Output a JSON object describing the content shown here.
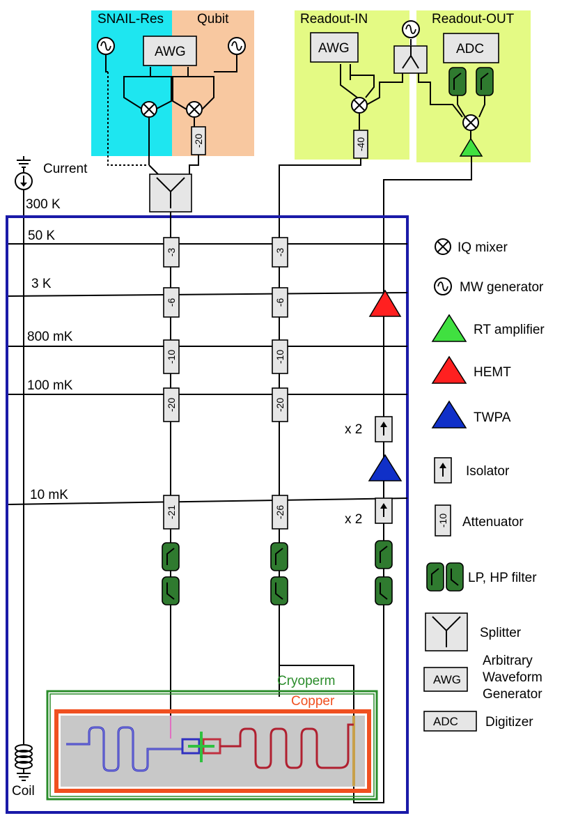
{
  "sources": {
    "snail_res": "SNAIL-Res",
    "qubit": "Qubit",
    "readout_in": "Readout-IN",
    "readout_out": "Readout-OUT",
    "current": "Current",
    "coil": "Coil",
    "awg": "AWG",
    "adc": "ADC"
  },
  "stages": [
    "300 K",
    "50 K",
    "3 K",
    "800 mK",
    "100 mK",
    "10 mK"
  ],
  "attenuators": {
    "qubit_rt": "-20",
    "readout_rt": "-40",
    "line1": [
      "-3",
      "-6",
      "-10",
      "-20",
      "-21"
    ],
    "line2": [
      "-3",
      "-6",
      "-10",
      "-20",
      "-26"
    ]
  },
  "isolator_counts": [
    "x 2",
    "x 2"
  ],
  "shields": {
    "cryoperm": "Cryoperm",
    "copper": "Copper"
  },
  "legend": {
    "iq_mixer": "IQ mixer",
    "mw_generator": "MW generator",
    "rt_amplifier": "RT amplifier",
    "hemt": "HEMT",
    "twpa": "TWPA",
    "isolator": "Isolator",
    "attenuator": "Attenuator",
    "attenuator_example": "-10",
    "filter": "LP, HP filter",
    "splitter": "Splitter",
    "awg_desc": [
      "Arbitrary",
      "Waveform",
      "Generator"
    ],
    "awg_box": "AWG",
    "adc_box": "ADC",
    "digitizer": "Digitizer"
  },
  "colors": {
    "snail_bg": "#1ee6f0",
    "qubit_bg": "#f8c8a0",
    "readout_bg": "#e4fa84",
    "fridge": "#1a1aa8",
    "cryoperm": "#2a8c2a",
    "copper": "#f05020",
    "filter": "#2f7a2f",
    "hemt": "#ff2020",
    "twpa": "#1030c8",
    "rt_amp": "#40e040"
  }
}
